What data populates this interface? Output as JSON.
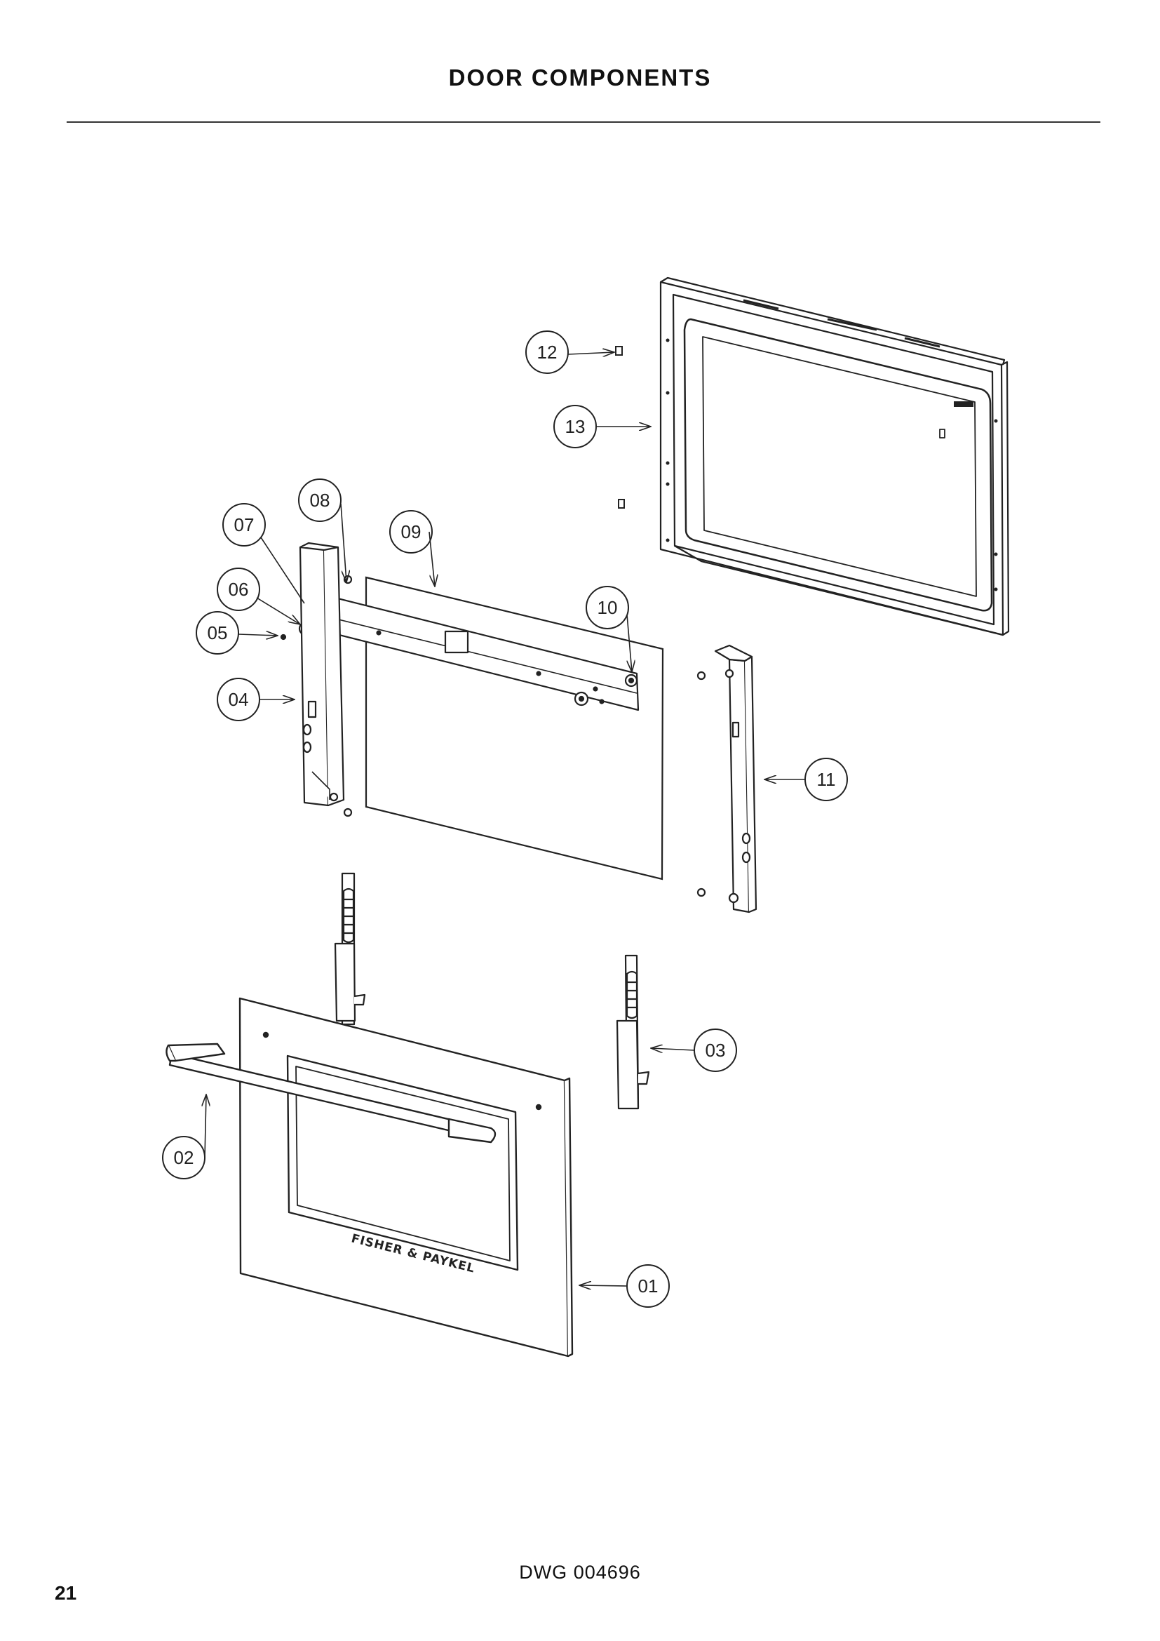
{
  "header": {
    "title": "DOOR COMPONENTS"
  },
  "diagram": {
    "brand_text": "FISHER & PAYKEL",
    "callouts": [
      "01",
      "02",
      "03",
      "04",
      "05",
      "06",
      "07",
      "08",
      "09",
      "10",
      "11",
      "12",
      "13"
    ]
  },
  "footer": {
    "drawing_number": "DWG 004696",
    "page_number": "21"
  }
}
